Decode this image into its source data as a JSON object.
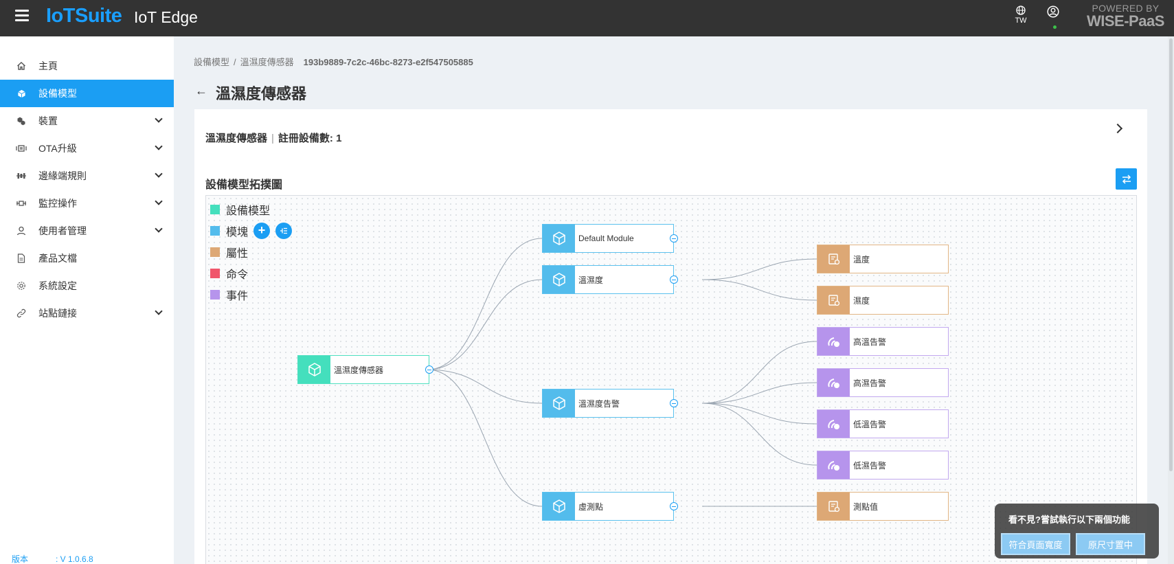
{
  "header": {
    "brand": "IoTSuite",
    "app_title": "IoT Edge",
    "lang": "TW",
    "powered_line1": "POWERED BY",
    "powered_line2": "WISE-PaaS"
  },
  "sidebar": {
    "items": [
      {
        "label": "主頁",
        "icon": "home-icon",
        "active": false,
        "expandable": false
      },
      {
        "label": "設備模型",
        "icon": "cube-icon",
        "active": true,
        "expandable": false
      },
      {
        "label": "裝置",
        "icon": "devices-icon",
        "active": false,
        "expandable": true
      },
      {
        "label": "OTA升級",
        "icon": "ota-icon",
        "active": false,
        "expandable": true
      },
      {
        "label": "邊緣端規則",
        "icon": "rules-icon",
        "active": false,
        "expandable": true
      },
      {
        "label": "監控操作",
        "icon": "monitor-icon",
        "active": false,
        "expandable": true
      },
      {
        "label": "使用者管理",
        "icon": "user-icon",
        "active": false,
        "expandable": true
      },
      {
        "label": "產品文檔",
        "icon": "document-icon",
        "active": false,
        "expandable": false
      },
      {
        "label": "系統設定",
        "icon": "gear-icon",
        "active": false,
        "expandable": false
      },
      {
        "label": "站點鏈接",
        "icon": "link-icon",
        "active": false,
        "expandable": true
      }
    ],
    "version_label": "版本",
    "version_value": ": V 1.0.6.8"
  },
  "breadcrumb": {
    "root": "設備模型",
    "current": "溫濕度傳感器",
    "id": "193b9889-7c2c-46bc-8273-e2f547505885"
  },
  "page": {
    "title": "溫濕度傳感器"
  },
  "summary": {
    "name": "溫濕度傳感器",
    "pipe": "|",
    "count_label": "註冊設備數:",
    "count_value": "1"
  },
  "topology": {
    "title": "設備模型拓撲圖",
    "legend": [
      {
        "label": "設備模型",
        "color": "#44dfbd"
      },
      {
        "label": "模塊",
        "color": "#53bcec"
      },
      {
        "label": "屬性",
        "color": "#dda875"
      },
      {
        "label": "命令",
        "color": "#f0566b"
      },
      {
        "label": "事件",
        "color": "#b694ec"
      }
    ],
    "nodes": {
      "root": "溫濕度傳感器",
      "module_default": "Default Module",
      "module_temphum": "溫濕度",
      "module_alarm": "溫濕度告警",
      "module_virtual": "虛測點",
      "prop_temp": "溫度",
      "prop_hum": "濕度",
      "event_high_temp": "高溫告警",
      "event_high_hum": "高濕告警",
      "event_low_temp": "低溫告警",
      "event_low_hum": "低濕告警",
      "prop_measure": "測點值"
    }
  },
  "popup": {
    "message": "看不見?嘗試執行以下兩個功能",
    "fit_width": "符合頁面寬度",
    "original_size": "原尺寸置中"
  }
}
